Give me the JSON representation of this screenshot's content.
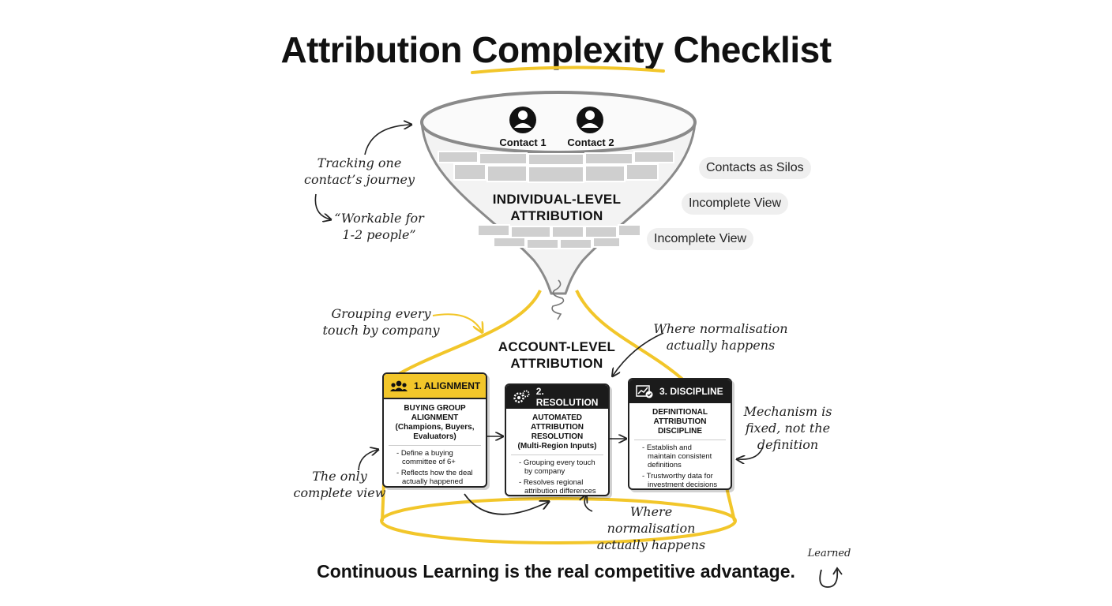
{
  "title": "Attribution Complexity Checklist",
  "contacts": [
    {
      "label": "Contact 1"
    },
    {
      "label": "Contact 2"
    }
  ],
  "funnel": {
    "top_heading_line1": "INDIVIDUAL-LEVEL",
    "top_heading_line2": "ATTRIBUTION",
    "bottom_heading_line1": "ACCOUNT-LEVEL",
    "bottom_heading_line2": "ATTRIBUTION"
  },
  "pills": [
    "Contacts as Silos",
    "Incomplete View",
    "Incomplete View"
  ],
  "annotations": {
    "tracking_line1": "Tracking one",
    "tracking_line2": "contact’s journey",
    "workable_line1": "“Workable for",
    "workable_line2": "1-2 people”",
    "grouping_line1": "Grouping every",
    "grouping_line2": "touch by company",
    "normalisation_top_line1": "Where normalisation",
    "normalisation_top_line2": "actually happens",
    "mechanism_line1": "Mechanism is",
    "mechanism_line2": "fixed, not the",
    "mechanism_line3": "definition",
    "complete_line1": "The only",
    "complete_line2": "complete view",
    "normalisation_bottom_line1": "Where normalisation",
    "normalisation_bottom_line2": "actually happens",
    "learned": "Learned"
  },
  "cards": [
    {
      "header": "1. ALIGNMENT",
      "icon": "people-group-icon",
      "subtitle_lines": [
        "BUYING GROUP",
        "ALIGNMENT",
        "(Champions, Buyers,",
        "Evaluators)"
      ],
      "bullets": [
        "Define a buying committee of 6+",
        "Reflects how the deal actually happened"
      ]
    },
    {
      "header": "2. RESOLUTION",
      "icon": "gears-icon",
      "subtitle_lines": [
        "AUTOMATED",
        "ATTRIBUTION",
        "RESOLUTION",
        "(Multi-Region Inputs)"
      ],
      "bullets": [
        "Grouping every touch by company",
        "Resolves regional attribution differences"
      ]
    },
    {
      "header": "3. DISCIPLINE",
      "icon": "chart-check-icon",
      "subtitle_lines": [
        "DEFINITIONAL",
        "ATTRIBUTION",
        "DISCIPLINE"
      ],
      "bullets": [
        "Establish and maintain consistent definitions",
        "Trustworthy data for investment decisions"
      ]
    }
  ],
  "footer": "Continuous Learning is the real competitive advantage.",
  "colors": {
    "accent_yellow": "#F2C62A",
    "funnel_gray": "#8A8A8A",
    "dark": "#1B1B1B",
    "pill_bg": "#EFEFEF"
  }
}
